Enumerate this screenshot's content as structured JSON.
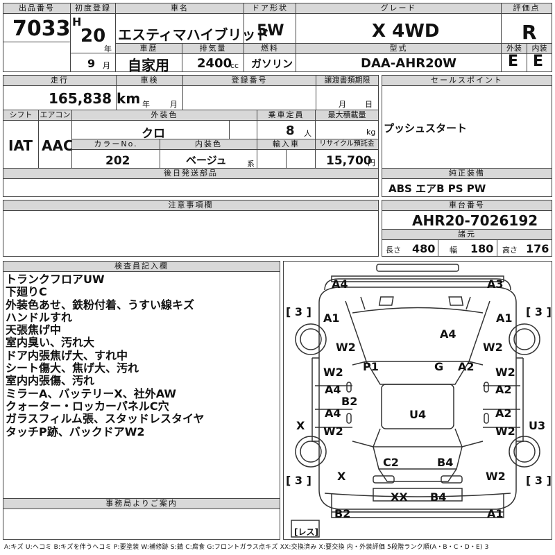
{
  "lot": {
    "label": "出品番号",
    "value": "7033"
  },
  "first_reg": {
    "label": "初度登録",
    "era": "H",
    "year": "20",
    "year_unit": "年",
    "month": "9",
    "month_unit": "月"
  },
  "car_name": {
    "label": "車名",
    "value": "エスティマハイブリッド"
  },
  "door": {
    "label": "ドア形状",
    "value": "5W"
  },
  "grade": {
    "label": "グレード",
    "value": "X 4WD"
  },
  "score": {
    "label": "評価点",
    "value": "R",
    "ext_label": "外装",
    "ext_value": "E",
    "int_label": "内装",
    "int_value": "E"
  },
  "history": {
    "label": "車歴",
    "value": "自家用"
  },
  "displacement": {
    "label": "排気量",
    "value": "2400",
    "unit": "cc"
  },
  "fuel": {
    "label": "燃料",
    "value": "ガソリン"
  },
  "model": {
    "label": "型式",
    "value": "DAA-AHR20W"
  },
  "mileage": {
    "label": "走行",
    "value": "165,838 km"
  },
  "inspection": {
    "label": "車検",
    "year_unit": "年",
    "month_unit": "月"
  },
  "reg_no": {
    "label": "登録番号"
  },
  "transfer": {
    "label": "譲渡書類期限",
    "month_unit": "月",
    "day_unit": "日"
  },
  "sales_point": {
    "label": "セールスポイント",
    "value": "プッシュスタート"
  },
  "shift": {
    "label": "シフト",
    "value": "IAT"
  },
  "aircon": {
    "label": "エアコン",
    "value": "AAC"
  },
  "ext_color": {
    "label": "外装色",
    "value": "クロ"
  },
  "capacity": {
    "label": "乗車定員",
    "value": "8",
    "unit": "人"
  },
  "max_load": {
    "label": "最大積載量",
    "unit": "kg"
  },
  "color_no": {
    "label": "カラーNo.",
    "value": "202"
  },
  "int_color": {
    "label": "内装色",
    "value": "ベージュ",
    "unit": "系"
  },
  "import": {
    "label": "輸入車"
  },
  "recycle": {
    "label": "リサイクル預託金",
    "value": "15,700",
    "unit": "円"
  },
  "later_parts": {
    "label": "後日発送部品"
  },
  "equipment": {
    "label": "純正装備",
    "value": "ABS エアB PS PW"
  },
  "caution": {
    "label": "注意事項欄"
  },
  "chassis": {
    "label": "車台番号",
    "value": "AHR20-7026192"
  },
  "dims": {
    "label": "諸元",
    "length_label": "長さ",
    "length": "480",
    "width_label": "幅",
    "width": "180",
    "height_label": "高さ",
    "height": "176"
  },
  "inspector": {
    "label": "検査員記入欄",
    "notes": [
      "トランクフロアUW",
      "下廻りC",
      "外装色あせ、鉄粉付着、うすい線キズ",
      "ハンドルすれ",
      "天張焦げ中",
      "室内臭い、汚れ大",
      "ドア内張焦げ大、すれ中",
      "シート傷大、焦げ大、汚れ",
      "室内内張傷、汚れ",
      "ミラーA、バッテリーX、社外AW",
      "クォーター・ロッカーパネルC穴",
      "ガラスフィルム張、スタッドレスタイヤ",
      "タッチP跡、バックドアW2"
    ]
  },
  "office": {
    "label": "事務局よりご案内"
  },
  "damage": {
    "tire_tl": "[ 3 ]",
    "tire_tr": "[ 3 ]",
    "tire_bl": "[ 3 ]",
    "tire_br": "[ 3 ]",
    "spare": "[レス]",
    "front_bumper_l": "A4",
    "front_bumper_r": "A3",
    "fender_fl": "A1",
    "fender_fr": "A1",
    "roof_front": "A4",
    "mirror_l": "W2",
    "mirror_r": "W2",
    "pillar_l": "P1",
    "windshield": "G",
    "pillar_r": "A2",
    "door_fl_1": "W2",
    "door_fl_2": "A4",
    "door_fr_1": "W2",
    "door_fr_2": "A2",
    "rocker_l": "B2",
    "door_rl_1": "A4",
    "door_rl_2": "W2",
    "door_rr_1": "A2",
    "door_rr_2": "W2",
    "roof": "U4",
    "quarter_l": "X",
    "quarter_r": "U3",
    "rear_glass": "C2",
    "rear_r": "B4",
    "rear_fender_l": "X",
    "rear_fender_r": "W2",
    "back_door": "XX",
    "back_door_r": "B4",
    "rear_bumper_l": "B2",
    "rear_bumper_r": "A1"
  },
  "legend": "A:キズ U:ヘコミ B:キズを伴うヘコミ P:要塗装 W:補修跡 S:錆 C:腐食 G:フロントガラス点キズ XX:交換済み X:要交換 内・外装評価 5段階ランク順(A・B・C・D・E) 3"
}
